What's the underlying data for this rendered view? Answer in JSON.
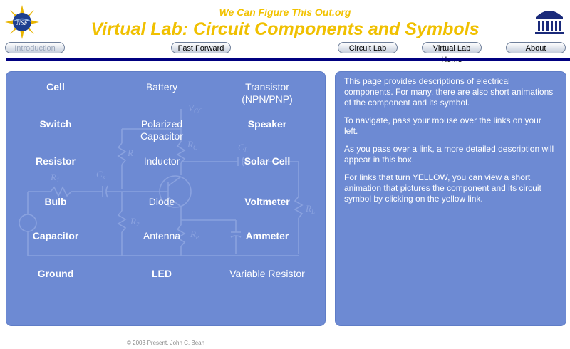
{
  "header": {
    "tagline": "We Can Figure This Out.org",
    "title": "Virtual Lab: Circuit Components and Symbols",
    "left_logo_text": "NSF",
    "colors": {
      "title": "#f0c000",
      "rule": "#000080",
      "panel": "#6d8ad3"
    }
  },
  "nav": {
    "introduction": "Introduction",
    "fast_forward": "Fast Forward",
    "circuit_lab": "Circuit Lab",
    "virtual_lab_home": "Virtual Lab Home",
    "about": "About"
  },
  "components": {
    "cell": "Cell",
    "battery": "Battery",
    "transistor": "Transistor\n(NPN/PNP)",
    "switch": "Switch",
    "polarized_capacitor": "Polarized\nCapacitor",
    "speaker": "Speaker",
    "resistor": "Resistor",
    "inductor": "Inductor",
    "solar_cell": "Solar Cell",
    "bulb": "Bulb",
    "diode": "Diode",
    "voltmeter": "Voltmeter",
    "capacitor": "Capacitor",
    "antenna": "Antenna",
    "ammeter": "Ammeter",
    "ground": "Ground",
    "led": "LED",
    "variable_resistor": "Variable Resistor"
  },
  "circuit_labels": {
    "vcc": "V",
    "vcc_sub": "CC",
    "rc": "R",
    "rc_sub": "C",
    "r1": "R",
    "r1_sub": "1",
    "r2": "R",
    "r2_sub": "2",
    "re": "R",
    "re_sub": "e",
    "cs": "C",
    "cs_sub": "s",
    "cl": "C",
    "cl_sub": "L",
    "rl": "R",
    "rl_sub": "L"
  },
  "description": {
    "p1": "This page provides descriptions of electrical components. For many, there are also short animations of the component and its symbol.",
    "p2": "To navigate, pass your mouse over the links on your left.",
    "p3": "As you pass over a link, a more detailed description will appear in this box.",
    "p4": "For links that turn YELLOW, you can view a short animation that pictures the component and its circuit symbol by clicking on the yellow link."
  },
  "footer": {
    "copyright": "© 2003-Present, John C. Bean"
  }
}
